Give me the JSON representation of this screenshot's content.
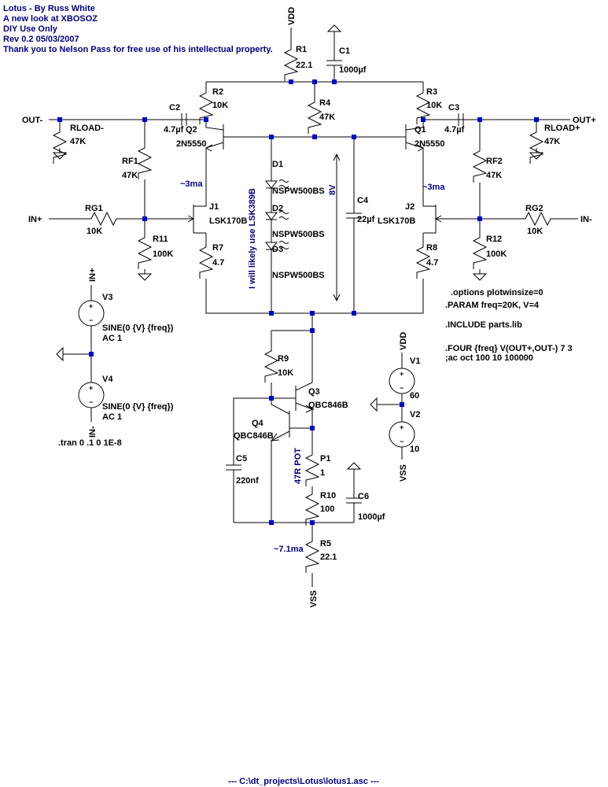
{
  "header": {
    "lines": [
      "Lotus - By Russ White",
      "A new look at XBOSOZ",
      "DIY Use Only",
      "Rev 0.2 05/03/2007",
      "Thank you to Nelson Pass for free use of his intellectual property."
    ]
  },
  "nets": {
    "vdd": "VDD",
    "vss": "VSS",
    "out_minus": "OUT-",
    "out_plus": "OUT+",
    "in_plus": "IN+",
    "in_minus": "IN-"
  },
  "components": {
    "r1": {
      "ref": "R1",
      "value": "22.1"
    },
    "c1": {
      "ref": "C1",
      "value": "1000µf"
    },
    "r2": {
      "ref": "R2",
      "value": "10K"
    },
    "r3": {
      "ref": "R3",
      "value": "10K"
    },
    "r4": {
      "ref": "R4",
      "value": "47K"
    },
    "c2": {
      "ref": "C2",
      "value": "4.7µf"
    },
    "c3": {
      "ref": "C3",
      "value": "4.7µf"
    },
    "q2": {
      "ref": "Q2",
      "value": "2N5550"
    },
    "q1": {
      "ref": "Q1",
      "value": "2N5550"
    },
    "rload_minus": {
      "ref": "RLOAD-",
      "value": "47K"
    },
    "rload_plus": {
      "ref": "RLOAD+",
      "value": "47K"
    },
    "rf1": {
      "ref": "RF1",
      "value": "47K"
    },
    "rf2": {
      "ref": "RF2",
      "value": "47K"
    },
    "d1": {
      "ref": "D1",
      "value": "NSPW500BS"
    },
    "d2": {
      "ref": "D2",
      "value": "NSPW500BS"
    },
    "d3": {
      "ref": "D3",
      "value": "NSPW500BS"
    },
    "c4": {
      "ref": "C4",
      "value": "22µf"
    },
    "j1": {
      "ref": "J1",
      "value": "LSK170B"
    },
    "j2": {
      "ref": "J2",
      "value": "LSK170B"
    },
    "rg1": {
      "ref": "RG1",
      "value": "10K"
    },
    "rg2": {
      "ref": "RG2",
      "value": "10K"
    },
    "r11": {
      "ref": "R11",
      "value": "100K"
    },
    "r12": {
      "ref": "R12",
      "value": "100K"
    },
    "r7": {
      "ref": "R7",
      "value": "4.7"
    },
    "r8": {
      "ref": "R8",
      "value": "4.7"
    },
    "v3": {
      "ref": "V3",
      "value": "SINE(0 {V} {freq})",
      "ac": "AC 1"
    },
    "v4": {
      "ref": "V4",
      "value": "SINE(0 {V} {freq})",
      "ac": "AC 1"
    },
    "r9": {
      "ref": "R9",
      "value": "10K"
    },
    "q3": {
      "ref": "Q3",
      "value": "QBC846B"
    },
    "q4": {
      "ref": "Q4",
      "value": "QBC846B"
    },
    "c5": {
      "ref": "C5",
      "value": "220nf"
    },
    "p1": {
      "ref": "P1",
      "value": "1"
    },
    "r10": {
      "ref": "R10",
      "value": "100"
    },
    "c6": {
      "ref": "C6",
      "value": "1000µf"
    },
    "r5": {
      "ref": "R5",
      "value": "22.1"
    },
    "v1": {
      "ref": "V1",
      "value": "60"
    },
    "v2": {
      "ref": "V2",
      "value": "10"
    }
  },
  "annotations": {
    "j1_current": "~3ma",
    "j2_current": "~3ma",
    "lsk389": "I will likely use LSK389B",
    "led_voltage": "8V",
    "pot_note": "47R POT",
    "r5_current": "~7.1ma"
  },
  "directives": {
    "options": ".options plotwinsize=0",
    "param": ".PARAM freq=20K, V=4",
    "include": ".INCLUDE parts.lib",
    "four": ".FOUR {freq} V(OUT+,OUT-) 7 3",
    "ac": ";ac oct 100 10 100000",
    "tran": ".tran 0 .1 0 1E-8"
  },
  "footer": "---  C:\\dt_projects\\Lotus\\lotus1.asc  ---"
}
